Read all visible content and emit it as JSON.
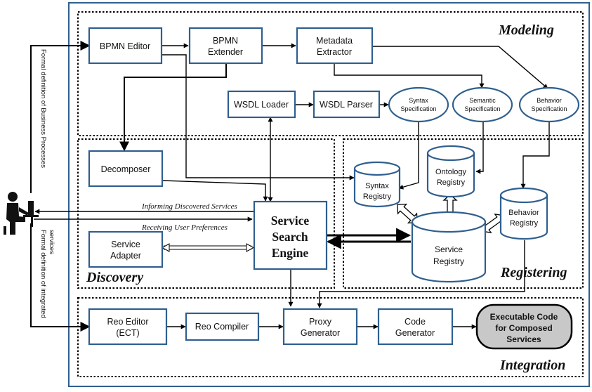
{
  "regions": {
    "modeling": "Modeling",
    "discovery": "Discovery",
    "registering": "Registering",
    "integration": "Integration"
  },
  "boxes": {
    "bpmn_editor": [
      "BPMN Editor"
    ],
    "bpmn_extender": [
      "BPMN",
      "Extender"
    ],
    "metadata_extractor": [
      "Metadata",
      "Extractor"
    ],
    "wsdl_loader": [
      "WSDL Loader"
    ],
    "wsdl_parser": [
      "WSDL Parser"
    ],
    "decomposer": [
      "Decomposer"
    ],
    "service_adapter": [
      "Service",
      "Adapter"
    ],
    "service_search_engine": [
      "Service",
      "Search",
      "Engine"
    ],
    "reo_editor": [
      "Reo Editor",
      "(ECT)"
    ],
    "reo_compiler": [
      "Reo Compiler"
    ],
    "proxy_generator": [
      "Proxy",
      "Generator"
    ],
    "code_generator": [
      "Code",
      "Generator"
    ],
    "executable_code": [
      "Executable Code",
      "for Composed",
      "Services"
    ]
  },
  "specs": {
    "syntax": [
      "Syntax",
      "Specification"
    ],
    "semantic": [
      "Semantic",
      "Specification"
    ],
    "behavior": [
      "Behavior",
      "Specification"
    ]
  },
  "registries": {
    "syntax": [
      "Syntax",
      "Registry"
    ],
    "ontology": [
      "Ontology",
      "Registry"
    ],
    "behavior": [
      "Behavior",
      "Registry"
    ],
    "service": [
      "Service",
      "Registry"
    ]
  },
  "flow_labels": {
    "informing": "Informing Discovered Services",
    "receiving": "Receiving User Preferences",
    "formal_bp": "Formal definition of Business Processes",
    "formal_is_1": "Formal definition of integrated",
    "formal_is_2": "services"
  },
  "colors": {
    "box_border": "#2f5f8f",
    "frame_border": "#2f5f8f",
    "executable_fill": "#c8c8c8"
  }
}
